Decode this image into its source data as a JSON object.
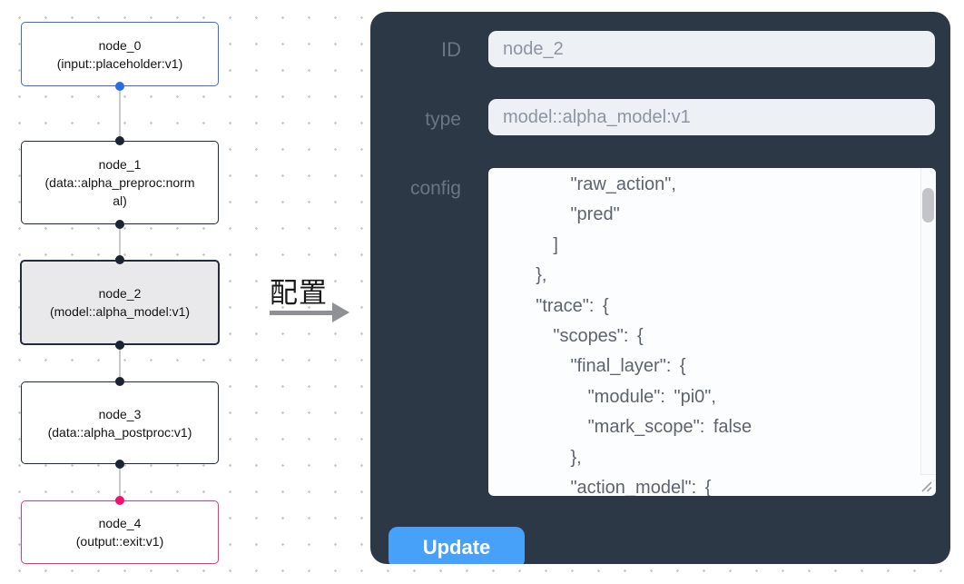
{
  "canvas": {
    "nodes": [
      {
        "title": "node_0",
        "subtitle": "(input::placeholder:v1)"
      },
      {
        "title": "node_1",
        "subtitle": "(data::alpha_preproc:normal)"
      },
      {
        "title": "node_2",
        "subtitle": "(model::alpha_model:v1)"
      },
      {
        "title": "node_3",
        "subtitle": "(data::alpha_postproc:v1)"
      },
      {
        "title": "node_4",
        "subtitle": "(output::exit:v1)"
      }
    ]
  },
  "arrow": {
    "label": "配置"
  },
  "panel": {
    "id_field": {
      "label": "ID",
      "value": "node_2"
    },
    "type_field": {
      "label": "type",
      "value": "model::alpha_model:v1"
    },
    "config_field": {
      "label": "config",
      "value": "        \"raw_action\",\n        \"pred\"\n      ]\n    },\n    \"trace\": {\n      \"scopes\": {\n        \"final_layer\": {\n          \"module\": \"pi0\",\n          \"mark_scope\": false\n        },\n        \"action_model\": {"
    },
    "update_button": {
      "label": "Update"
    }
  },
  "colors": {
    "panel_bg": "#2d3847",
    "accent_blue": "#47a1f9",
    "node_input_border": "#3a6bd3",
    "node_selected_bg": "#e9e9eb",
    "node_output_border": "#ee2e7e",
    "port_blue": "#2b6ce2",
    "port_dark": "#1c2433",
    "port_pink": "#f2116e",
    "edge_gray": "#c9cacd"
  }
}
